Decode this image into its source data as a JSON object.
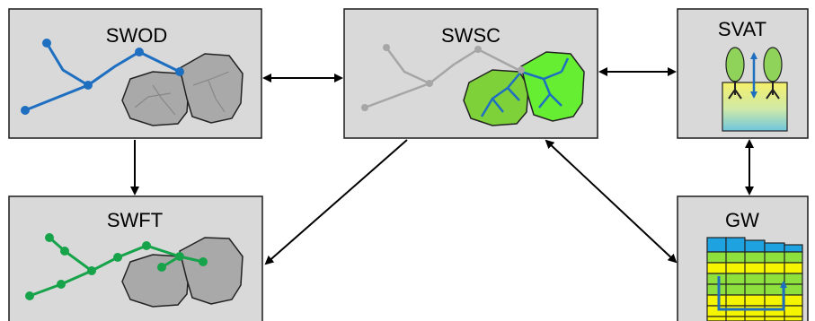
{
  "boxes": {
    "swod": {
      "title": "SWOD"
    },
    "swsc": {
      "title": "SWSC"
    },
    "svat": {
      "title": "SVAT"
    },
    "swft": {
      "title": "SWFT"
    },
    "gw": {
      "title": "GW"
    }
  },
  "colors": {
    "box_fill": "#d9d9d9",
    "box_stroke": "#1a1a1a",
    "stream_blue": "#1f6fc1",
    "stream_gray": "#a6a6a6",
    "stream_green": "#16a34a",
    "catchment_gray": "#a9a9a9",
    "catchment_green_dark": "#7fd13a",
    "catchment_green_light": "#66ee33",
    "gw_top": "#1fa3e0",
    "gw_green": "#8ee03c",
    "gw_yellow": "#f5f500",
    "tree_green": "#8fd35a"
  },
  "arrows": [
    {
      "from": "swod",
      "to": "swsc",
      "direction": "both"
    },
    {
      "from": "swsc",
      "to": "svat",
      "direction": "both"
    },
    {
      "from": "swod",
      "to": "swft",
      "direction": "forward"
    },
    {
      "from": "swsc",
      "to": "swft",
      "direction": "forward"
    },
    {
      "from": "swsc",
      "to": "gw",
      "direction": "both"
    },
    {
      "from": "svat",
      "to": "gw",
      "direction": "both"
    }
  ]
}
